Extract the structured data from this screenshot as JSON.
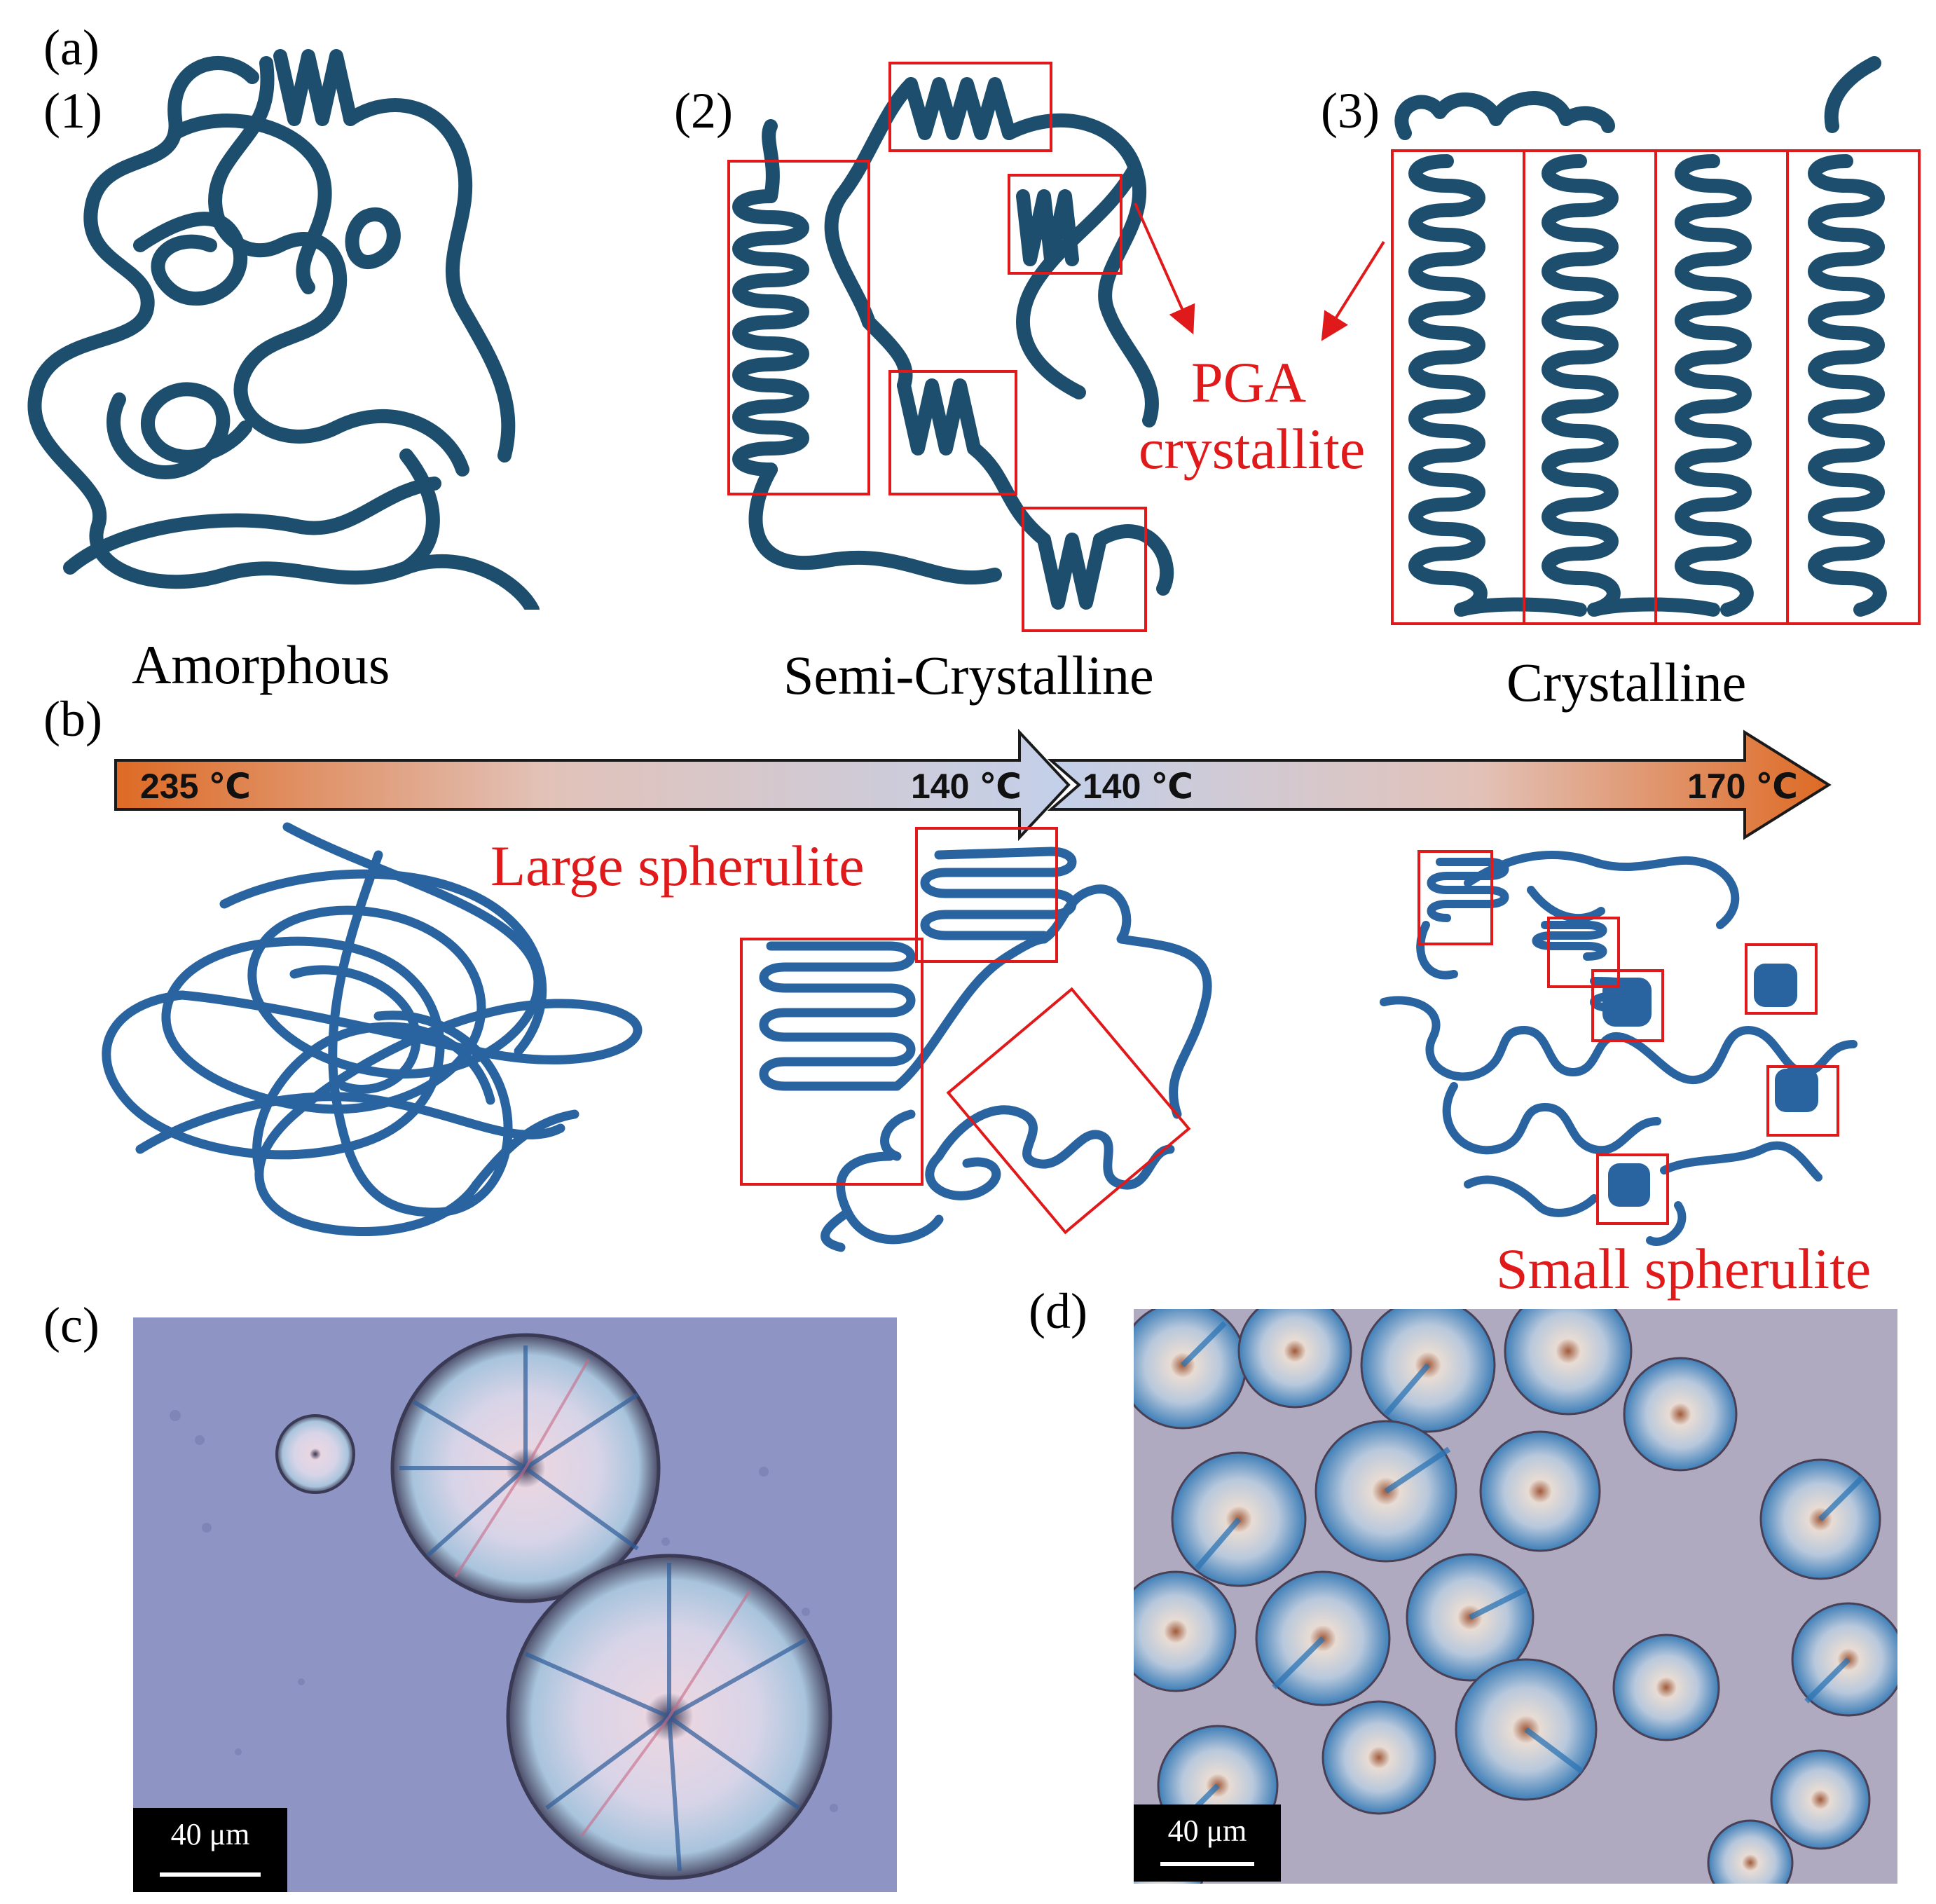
{
  "panel_a": {
    "label": "(a)",
    "sub1_label": "(1)",
    "sub2_label": "(2)",
    "sub3_label": "(3)",
    "caption1": "Amorphous",
    "caption2": "Semi-Crystalline",
    "caption3": "Crystalline",
    "annotation_line1": "PGA",
    "annotation_line2": "crystallite"
  },
  "panel_b": {
    "label": "(b)",
    "temp_start": "235 ℃",
    "temp_mid_left": "140 ℃",
    "temp_mid_right": "140 ℃",
    "temp_end": "170 ℃",
    "large_label": "Large spherulite",
    "small_label": "Small spherulite"
  },
  "panel_c": {
    "label": "(c)",
    "scale": "40 μm"
  },
  "panel_d": {
    "label": "(d)",
    "scale": "40 μm"
  },
  "colors": {
    "chain_dark": "#1d4e6e",
    "chain_b": "#2a64a0",
    "box_red": "#e0191a",
    "arrow_hot": "#de6a24",
    "arrow_cool": "#c3d0ea",
    "micrograph_bg_c": "#8e94c4",
    "micrograph_bg_d": "#b0aac0"
  }
}
